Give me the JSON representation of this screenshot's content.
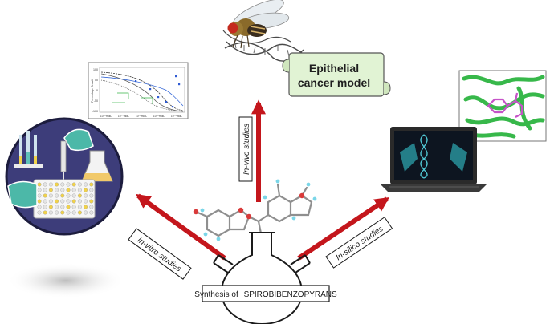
{
  "labels": {
    "synthesis_prefix": "Synthesis of",
    "synthesis_compound": "SPIROBIBENZOPYRANS",
    "in_vitro": "In-vitro studies",
    "in_vivo": "In-vivo studies",
    "in_silico": "In-silico studies",
    "model_line1": "Epithelial",
    "model_line2": "cancer model"
  },
  "growth_plot": {
    "ylabel": "Percentage Growth",
    "yticks": [
      "100",
      "50",
      "0",
      "-50",
      "-100"
    ],
    "xticks": [
      "10⁻⁸molL",
      "10⁻⁷molL",
      "10⁻⁶molL",
      "10⁻⁵molL",
      "10⁻⁴molL"
    ]
  },
  "colors": {
    "arrow": "#c4161c",
    "lab_circle": "#3d3d7a",
    "scroll": "#e1f3d4",
    "protein": "#37b84a",
    "ligand": "#c653c8"
  }
}
